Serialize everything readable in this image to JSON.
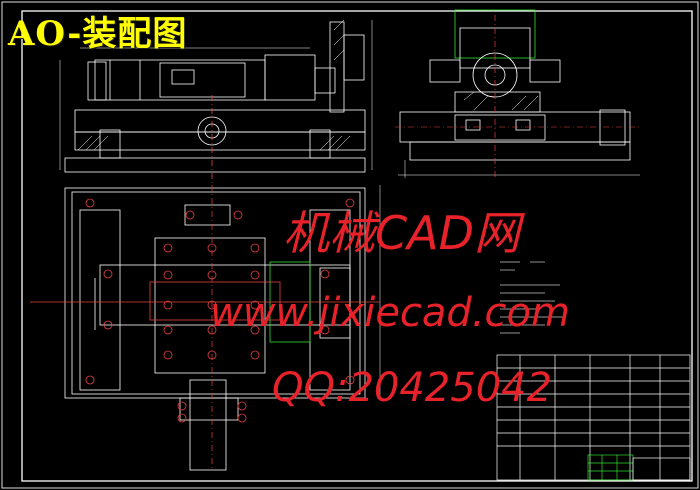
{
  "drawing": {
    "title": "AO-装配图",
    "background_color": "#000000",
    "title_color": "#ffff00",
    "line_color": "#ffffff",
    "centerline_color": "#e84040",
    "accent_green": "#30e030",
    "accent_blue": "#5050ff"
  },
  "watermark": {
    "brand": "机械CAD网",
    "url": "www.jixiecad.com",
    "qq": "QQ:20425042",
    "color": "#e8222a"
  }
}
